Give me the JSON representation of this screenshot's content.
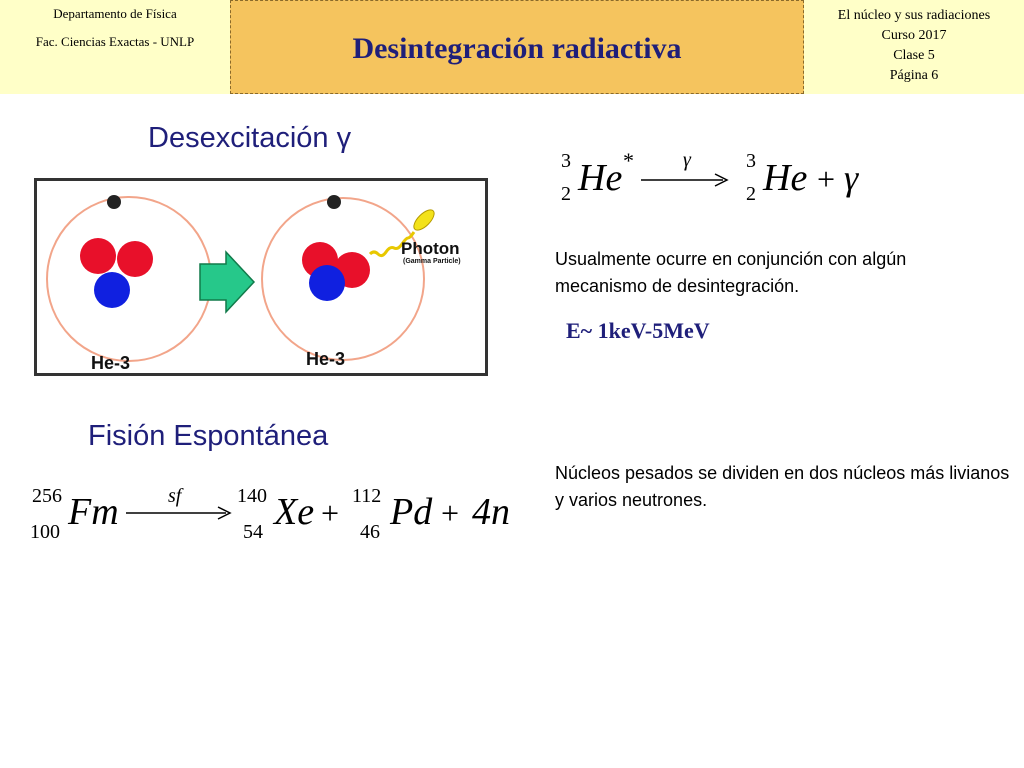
{
  "header": {
    "left_line1": "Departamento de Física",
    "left_line2": "Fac. Ciencias Exactas - UNLP",
    "title": "Desintegración radiactiva",
    "right_line1": "El núcleo y sus radiaciones",
    "right_line2": "Curso 2017",
    "right_line3": "Clase 5",
    "right_line4": "Página 6"
  },
  "section1": {
    "title": "Desexcitación γ",
    "diagram": {
      "left_label": "He-3",
      "right_label": "He-3",
      "photon_label": "Photon",
      "photon_sub": "(Gamma Particle)"
    },
    "equation": {
      "mass_left": "3",
      "charge_left": "2",
      "symbol_left": "He",
      "star": "*",
      "arrow_label": "γ",
      "mass_right": "3",
      "charge_right": "2",
      "symbol_right": "He",
      "plus": "+",
      "gamma": "γ"
    },
    "note": "Usualmente ocurre en conjunción con algún mecanismo de desintegración.",
    "energy": "E~ 1keV-5MeV"
  },
  "section2": {
    "title": "Fisión  Espontánea",
    "equation": {
      "fm_mass": "256",
      "fm_charge": "100",
      "fm": "Fm",
      "arrow_label": "sf",
      "xe_mass": "140",
      "xe_charge": "54",
      "xe": "Xe",
      "plus1": "+",
      "pd_mass": "112",
      "pd_charge": "46",
      "pd": "Pd",
      "plus2": "+",
      "neutrons": "4n"
    },
    "note": "Núcleos pesados  se dividen en dos núcleos más livianos y varios neutrones."
  }
}
